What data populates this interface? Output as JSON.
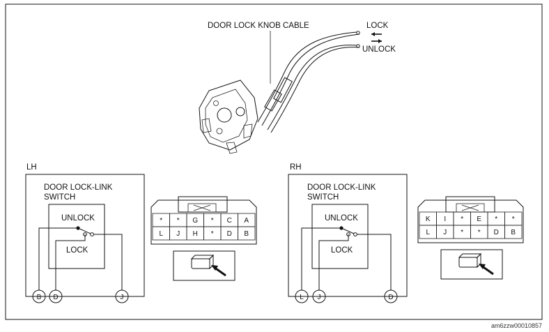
{
  "title_cable": "DOOR LOCK KNOB CABLE",
  "direction_lock": "LOCK",
  "direction_unlock": "UNLOCK",
  "image_ref": "am6zzw00010857",
  "lh": {
    "side_label": "LH",
    "switch_label_line1": "DOOR LOCK-LINK",
    "switch_label_line2": "SWITCH",
    "pos_unlock": "UNLOCK",
    "pos_lock": "LOCK",
    "terminals": [
      "B",
      "D",
      "J"
    ],
    "connector_rows": [
      [
        "*",
        "*",
        "G",
        "*",
        "C",
        "A"
      ],
      [
        "L",
        "J",
        "H",
        "*",
        "D",
        "B"
      ]
    ]
  },
  "rh": {
    "side_label": "RH",
    "switch_label_line1": "DOOR LOCK-LINK",
    "switch_label_line2": "SWITCH",
    "pos_unlock": "UNLOCK",
    "pos_lock": "LOCK",
    "terminals": [
      "L",
      "J",
      "D"
    ],
    "connector_rows": [
      [
        "K",
        "I",
        "*",
        "E",
        "*",
        "*"
      ],
      [
        "L",
        "J",
        "*",
        "*",
        "D",
        "B"
      ]
    ]
  }
}
